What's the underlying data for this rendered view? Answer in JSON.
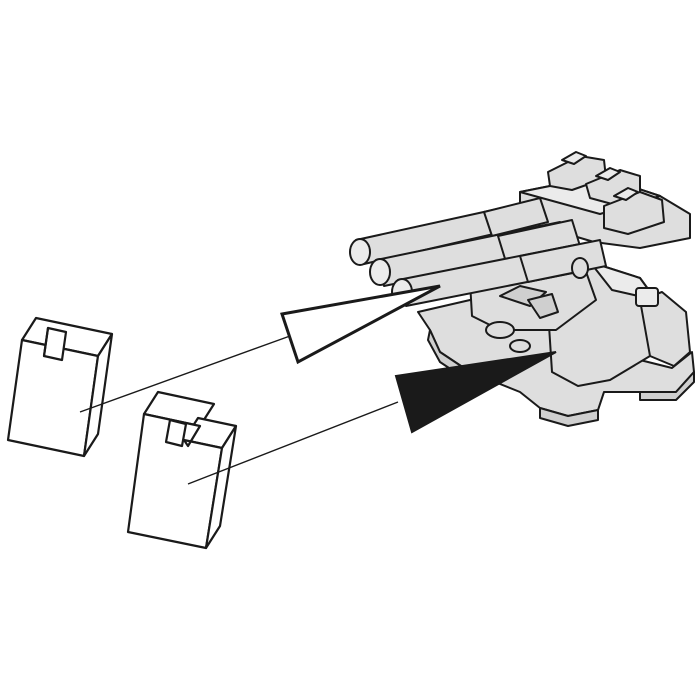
{
  "diagram": {
    "colors": {
      "line": "#1a1a1a",
      "model_fill": "#dedede",
      "part_fill": "#ffffff",
      "solid_arrow": "#1a1a1a"
    },
    "parts": [
      {
        "id": "part-a",
        "arrow_style": "open"
      },
      {
        "id": "part-b",
        "arrow_style": "solid"
      }
    ]
  }
}
